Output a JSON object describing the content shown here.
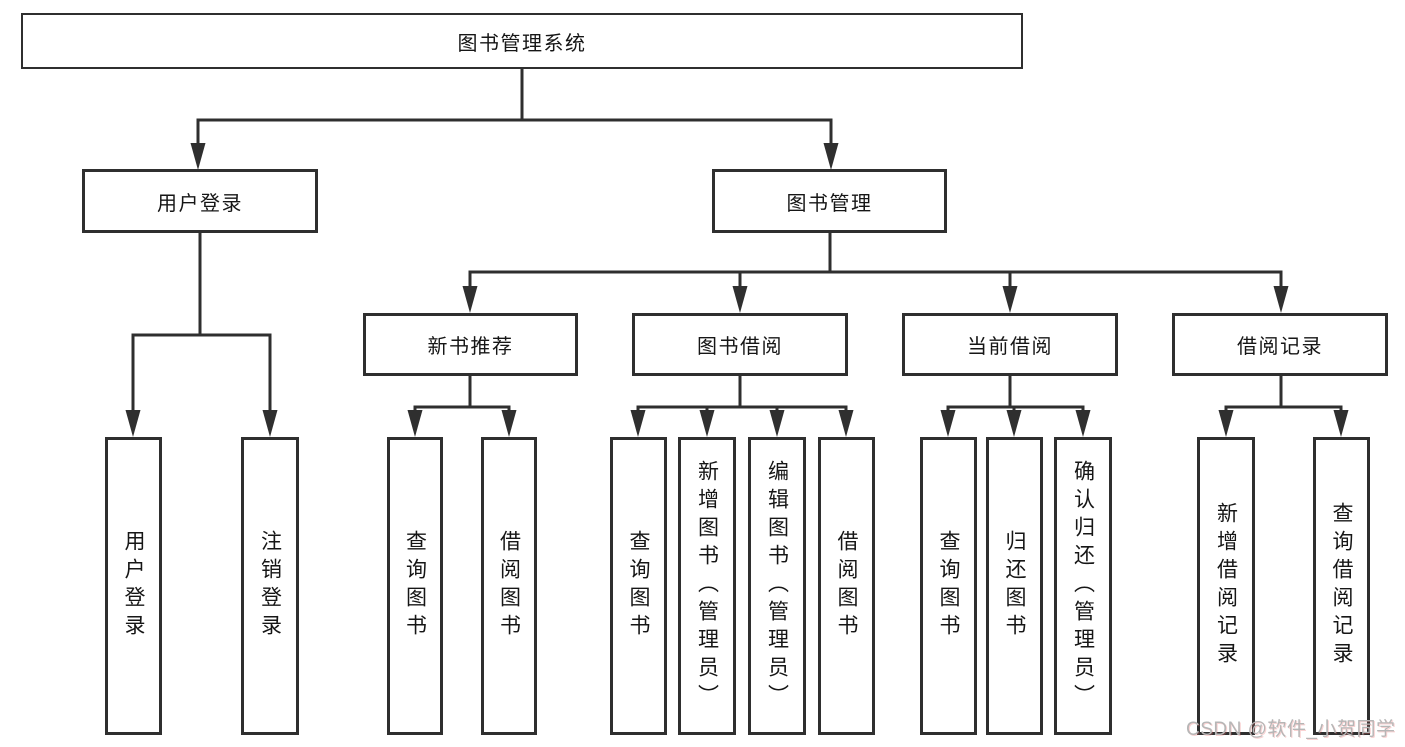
{
  "diagram": {
    "root_label": "图书管理系统",
    "level2": [
      "用户登录",
      "图书管理"
    ],
    "level3": [
      "新书推荐",
      "图书借阅",
      "当前借阅",
      "借阅记录"
    ],
    "leaves": {
      "login": [
        "用户登录",
        "注销登录"
      ],
      "newbook": [
        "查询图书",
        "借阅图书"
      ],
      "borrow": [
        "查询图书",
        "新增图书（管理员）",
        "编辑图书（管理员）",
        "借阅图书"
      ],
      "current": [
        "查询图书",
        "归还图书",
        "确认归还（管理员）"
      ],
      "records": [
        "新增借阅记录",
        "查询借阅记录"
      ]
    },
    "watermark": "CSDN @软件_小贺同学",
    "colors": {
      "line": "#2f2f2f",
      "text": "#161616",
      "box_background": "#ffffff",
      "page_background": "#ffffff",
      "watermark": "#b6b6b6"
    }
  }
}
